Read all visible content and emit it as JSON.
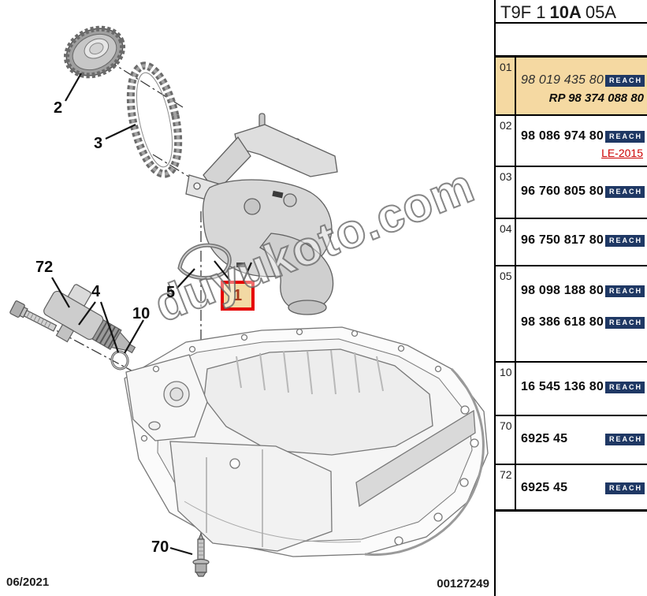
{
  "catalog_header": {
    "code_prefix": "T9F 1",
    "code_bold": "10A",
    "code_suffix": "05A"
  },
  "watermark_text": "duyukoto.com",
  "reach_label": "REACH",
  "footer": {
    "date": "06/2021",
    "document_number": "00127249"
  },
  "diagram": {
    "labels": {
      "part1": "1",
      "part2": "2",
      "part3": "3",
      "part4": "4",
      "part5": "5",
      "part10": "10",
      "part70": "70",
      "part72": "72"
    }
  },
  "parts_table": {
    "rows": [
      {
        "ref": "01",
        "part_number": "98 019 435 80",
        "replacement": "RP 98 374 088 80"
      },
      {
        "ref": "02",
        "part_number": "98 086 974 80",
        "note": "LE-2015"
      },
      {
        "ref": "03",
        "part_number": "96 760 805 80"
      },
      {
        "ref": "04",
        "part_number": "96 750 817 80"
      },
      {
        "ref": "05",
        "part_number": "98 098 188 80",
        "part_number_2": "98 386 618 80"
      },
      {
        "ref": "10",
        "part_number": "16 545 136 80"
      },
      {
        "ref": "70",
        "part_number": "6925 45"
      },
      {
        "ref": "72",
        "part_number": "6925 45"
      }
    ]
  },
  "colors": {
    "highlight_row": "#f5d9a2",
    "reach_badge": "#1f3864",
    "note_red": "#cc0000",
    "hotspot_border": "#e60000"
  }
}
